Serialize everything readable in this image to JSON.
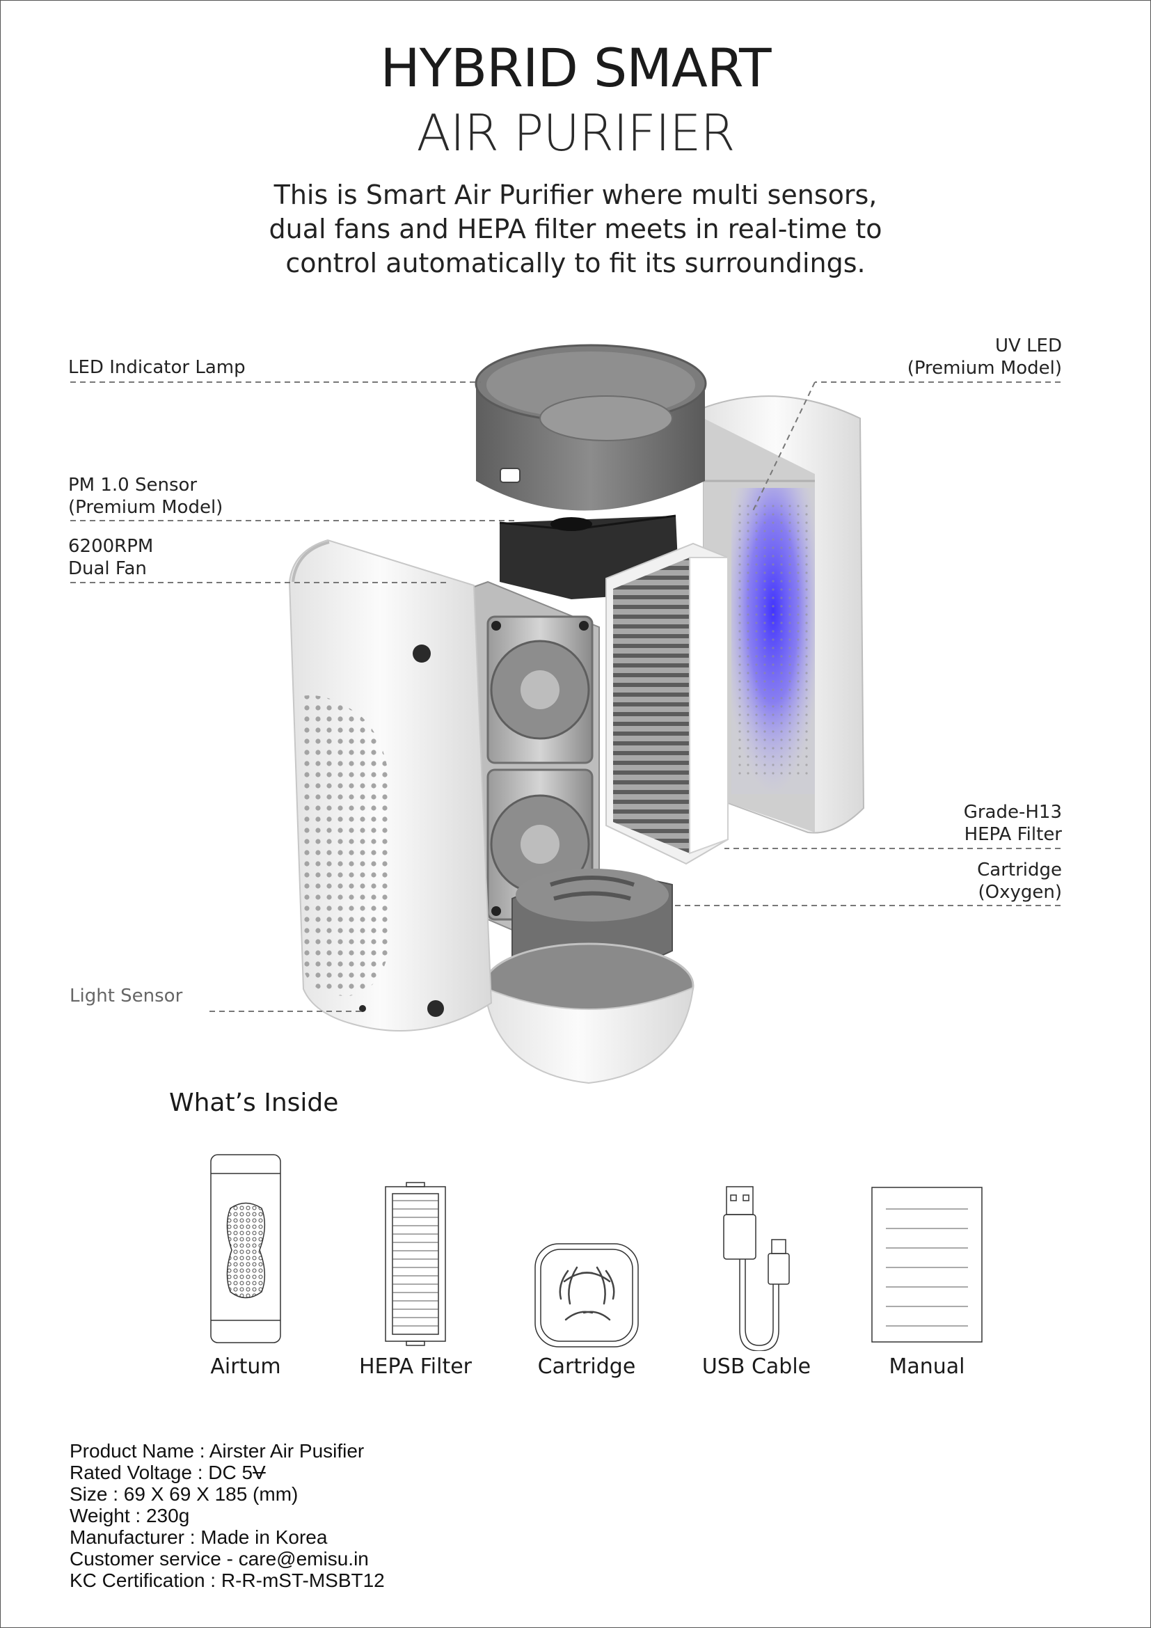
{
  "header": {
    "title_line1": "HYBRID SMART",
    "title_line2": "AIR PURIFIER",
    "intro": [
      "This is Smart Air Purifier where multi sensors,",
      "dual fans and HEPA filter meets in real-time to",
      "control automatically to fit its surroundings."
    ]
  },
  "diagram": {
    "labels": {
      "led_lamp": [
        "LED Indicator Lamp"
      ],
      "pm_sensor": [
        "PM 1.0 Sensor",
        "(Premium Model)"
      ],
      "dual_fan": [
        "6200RPM",
        "Dual Fan"
      ],
      "light_sensor": [
        "Light Sensor"
      ],
      "uv_led": [
        "UV LED",
        "(Premium Model)"
      ],
      "hepa_filter": [
        "Grade-H13",
        "HEPA Filter"
      ],
      "cartridge": [
        "Cartridge",
        "(Oxygen)"
      ]
    },
    "colors": {
      "uv_glow": "#4a3cff",
      "shell": "#f2f2f2",
      "dark_grey": "#6e6e6e",
      "leader_line": "#777777"
    }
  },
  "whats_inside": {
    "title": "What’s Inside",
    "items": [
      {
        "label": "Airtum",
        "icon": "purifier-icon"
      },
      {
        "label": "HEPA Filter",
        "icon": "filter-icon"
      },
      {
        "label": "Cartridge",
        "icon": "cartridge-icon"
      },
      {
        "label": "USB Cable",
        "icon": "usb-cable-icon"
      },
      {
        "label": "Manual",
        "icon": "manual-icon"
      }
    ]
  },
  "specs": {
    "product_name": "Product Name : Airster Air Pusifier",
    "rated_voltage_prefix": "Rated Voltage : DC 5",
    "rated_voltage_unit": "V",
    "size": "Size : 69 X 69 X 185 (mm)",
    "weight": "Weight : 230g",
    "manufacturer": "Manufacturer : Made in Korea",
    "customer_service": "Customer service - care@emisu.in",
    "kc_certification": "KC Certification : R-R-mST-MSBT12"
  }
}
